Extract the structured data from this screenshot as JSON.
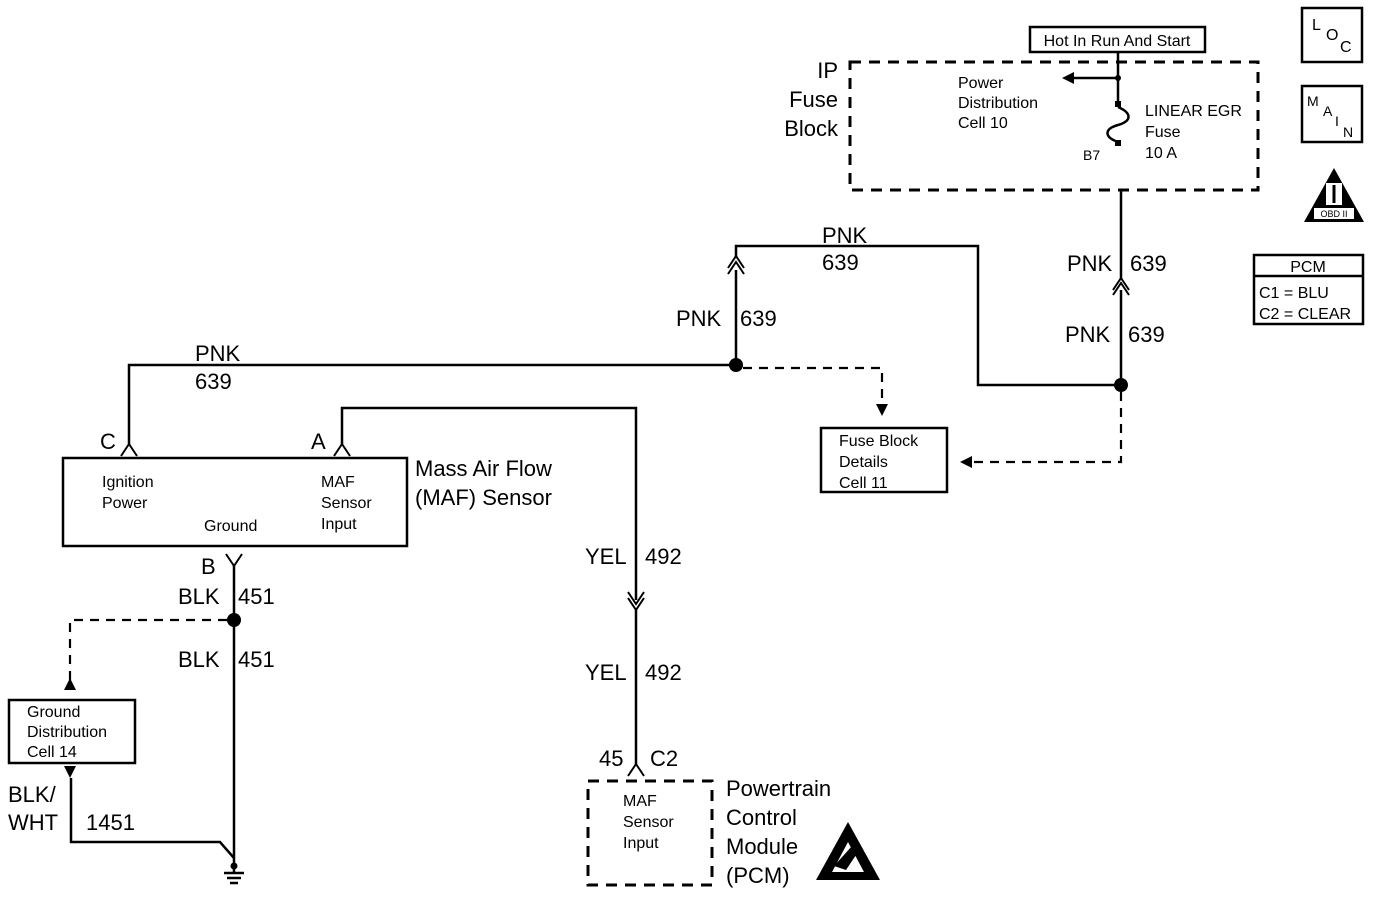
{
  "hot_label": "Hot In Run And Start",
  "ip_fuse_block": {
    "line1": "IP",
    "line2": "Fuse",
    "line3": "Block"
  },
  "power_distribution": {
    "line1": "Power",
    "line2": "Distribution",
    "line3": "Cell 10"
  },
  "fuse": {
    "line1": "LINEAR EGR",
    "line2": "Fuse",
    "line3": "10 A",
    "terminal": "B7"
  },
  "nav": {
    "loc": [
      "L",
      "O",
      "C"
    ],
    "main": [
      "M",
      "A",
      "I",
      "N"
    ],
    "obd_label": "OBD II"
  },
  "pcm_legend": {
    "title": "PCM",
    "c1": "C1 = BLU",
    "c2": "C2 = CLEAR"
  },
  "wires": {
    "pnk": "PNK",
    "c639": "639",
    "yel": "YEL",
    "c492": "492",
    "blk": "BLK",
    "c451": "451",
    "blkwht_1": "BLK/",
    "blkwht_2": "WHT",
    "c1451": "1451"
  },
  "fuse_block_details": {
    "line1": "Fuse Block",
    "line2": "Details",
    "line3": "Cell 11"
  },
  "maf_sensor": {
    "name1": "Mass Air Flow",
    "name2": "(MAF) Sensor",
    "pin_c": "C",
    "pin_a": "A",
    "pin_b": "B",
    "ign1": "Ignition",
    "ign2": "Power",
    "ground": "Ground",
    "maf1": "MAF",
    "maf2": "Sensor",
    "maf3": "Input"
  },
  "ground_distribution": {
    "line1": "Ground",
    "line2": "Distribution",
    "line3": "Cell 14"
  },
  "pcm": {
    "pin": "45",
    "connector": "C2",
    "in1": "MAF",
    "in2": "Sensor",
    "in3": "Input",
    "name1": "Powertrain",
    "name2": "Control",
    "name3": "Module",
    "name4": "(PCM)"
  }
}
